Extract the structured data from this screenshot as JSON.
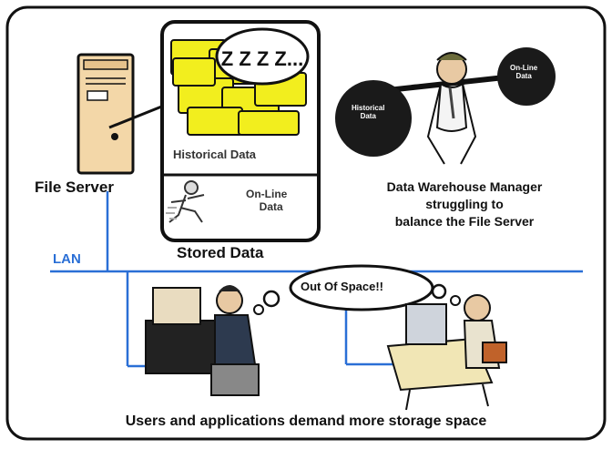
{
  "server": {
    "label": "File Server"
  },
  "stored_data": {
    "title": "Stored Data",
    "historical_label": "Historical Data",
    "online_label_line1": "On-Line",
    "online_label_line2": "Data",
    "snore_text": "Z Z Z Z..."
  },
  "manager": {
    "caption_line1": "Data Warehouse Manager",
    "caption_line2": "struggling to",
    "caption_line3": "balance the File Server",
    "left_weight_line1": "Historical",
    "left_weight_line2": "Data",
    "right_weight_line1": "On-Line",
    "right_weight_line2": "Data"
  },
  "network": {
    "label": "LAN"
  },
  "thought": {
    "text": "Out Of Space!!"
  },
  "footer": {
    "caption": "Users and applications demand more storage space"
  },
  "colors": {
    "frame": "#111111",
    "lan": "#2a6fd6",
    "folder": "#f2ee1e",
    "server": "#f3d7a8"
  }
}
